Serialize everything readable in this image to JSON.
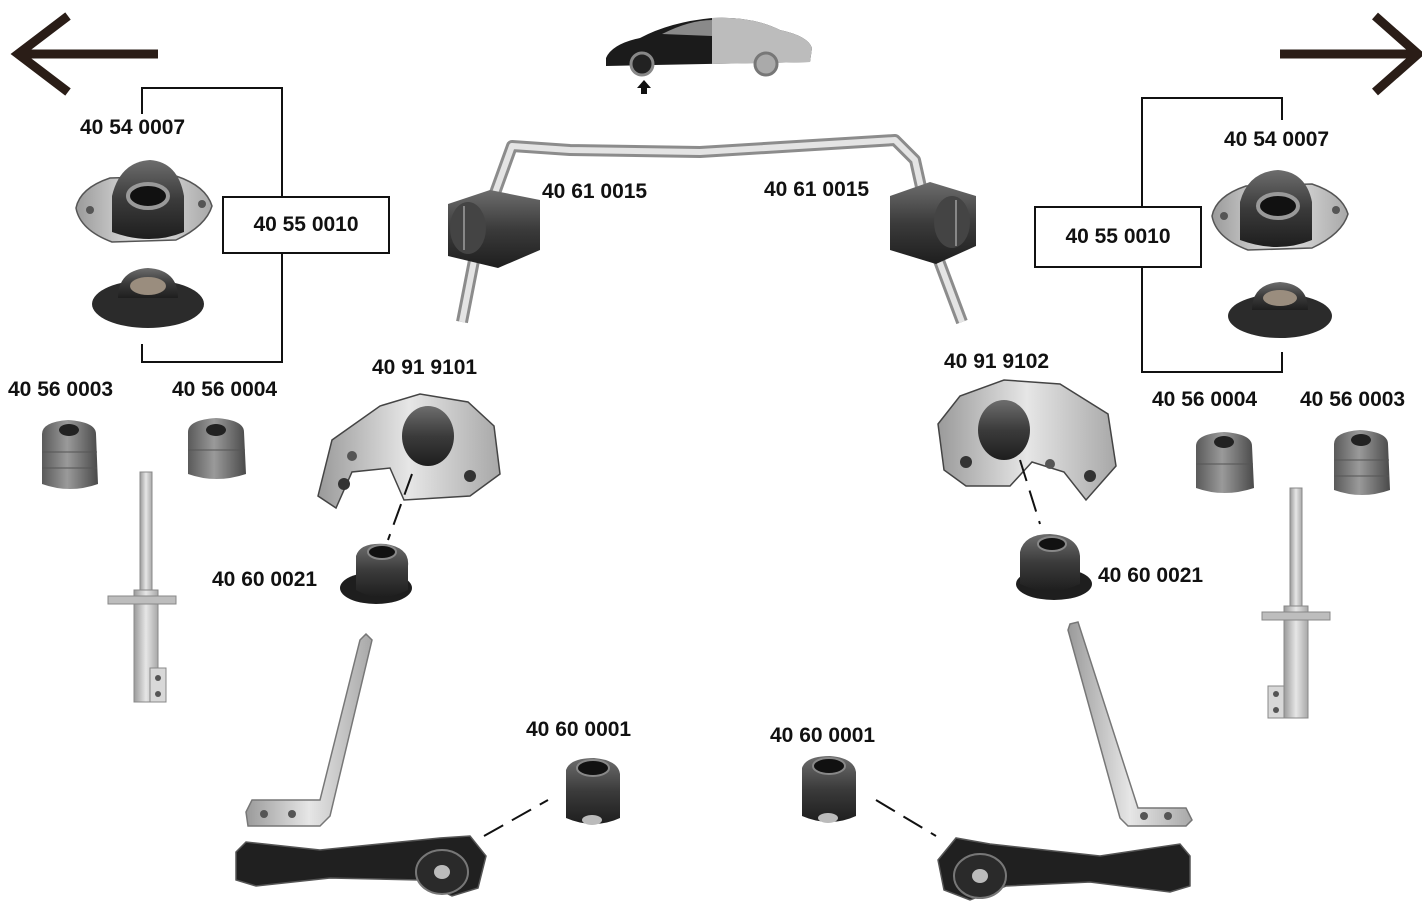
{
  "nav": {
    "prev_icon": "left-arrow-icon",
    "next_icon": "right-arrow-icon"
  },
  "car": {
    "icon": "car-icon",
    "marker_icon": "up-arrow-icon"
  },
  "left": {
    "top_mount": "40 54 0007",
    "kit": "40 55 0010",
    "bump_stop_outer": "40 56 0003",
    "bump_stop_inner": "40 56 0004",
    "control_arm_bracket": "40 91 9101",
    "bracket_bushing": "40 60 0021",
    "arm_bushing": "40 60 0001",
    "stabilizer_bushing": "40 61 0015"
  },
  "right": {
    "top_mount": "40 54 0007",
    "kit": "40 55 0010",
    "bump_stop_inner": "40 56 0004",
    "bump_stop_outer": "40 56 0003",
    "control_arm_bracket": "40 91 9102",
    "bracket_bushing": "40 60 0021",
    "arm_bushing": "40 60 0001",
    "stabilizer_bushing": "40 61 0015"
  },
  "colors": {
    "line": "#111111",
    "part_dark": "#2a2a2a",
    "part_mid": "#7a7a7a",
    "metal": "#c9c9c9"
  }
}
